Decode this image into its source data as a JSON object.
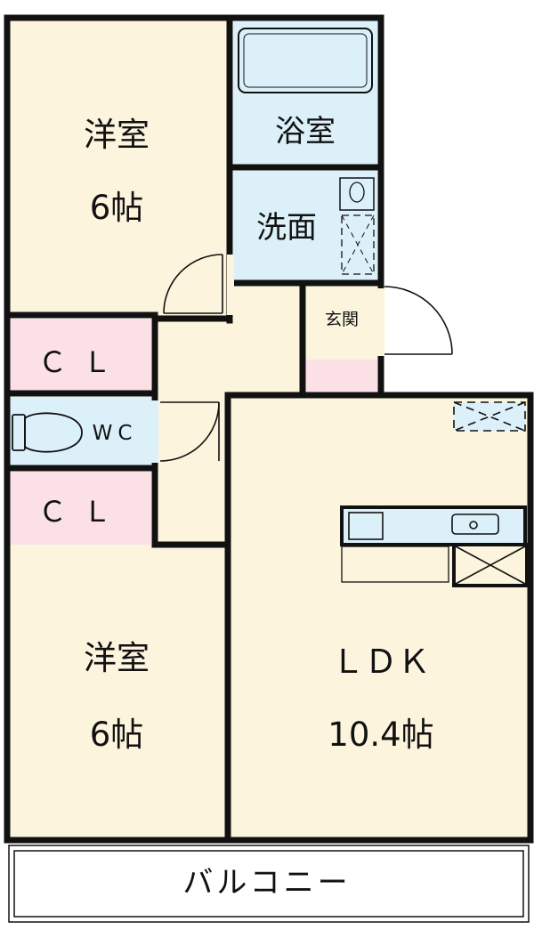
{
  "floor_plan": {
    "rooms": {
      "western_room_top": {
        "name": "洋室",
        "size": "6帖"
      },
      "bathroom": {
        "name": "浴室"
      },
      "washroom": {
        "name": "洗面"
      },
      "entrance": {
        "name": "玄関"
      },
      "closet_upper": {
        "name": "ＣＬ"
      },
      "toilet": {
        "name": "WC"
      },
      "closet_lower": {
        "name": "ＣＬ"
      },
      "western_room_bottom": {
        "name": "洋室",
        "size": "6帖"
      },
      "ldk": {
        "name": "ＬＤＫ",
        "size": "10.4帖"
      },
      "balcony": {
        "name": "バルコニー"
      }
    },
    "colors": {
      "room_fill": "#fcf4dc",
      "wet_area_fill": "#dcf0fa",
      "closet_fill": "#fbe0e6",
      "wall": "#111111"
    }
  }
}
